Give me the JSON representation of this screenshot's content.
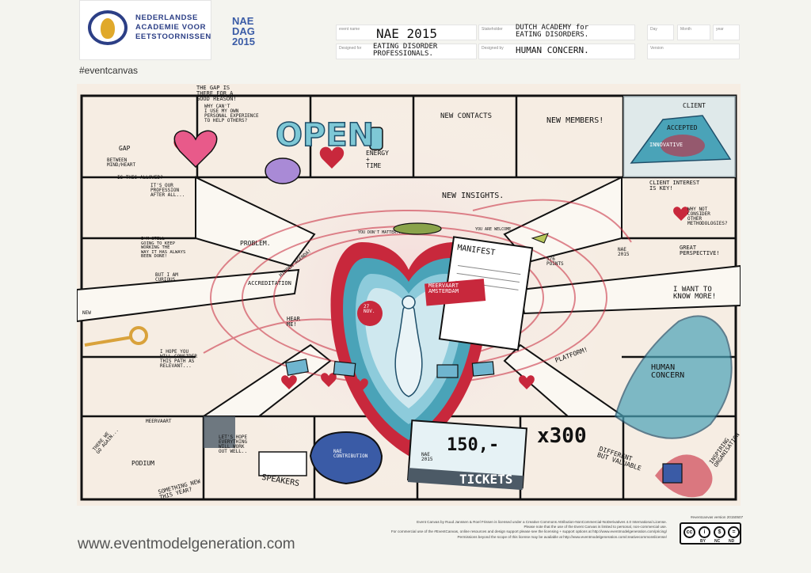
{
  "header": {
    "org_name": "NEDERLANDSE\nACADEMIE VOOR\nEETSTOORNISSEN",
    "event_logo": "NAE\nDAG\n2015",
    "hashtag": "#eventcanvas"
  },
  "fields": [
    {
      "label": "event name",
      "value": "NAE 2015"
    },
    {
      "label": "Stakeholder",
      "value": "DUTCH ACADEMY for\nEATING DISORDERS."
    },
    {
      "label": "Day",
      "value": ""
    },
    {
      "label": "Month",
      "value": ""
    },
    {
      "label": "year",
      "value": ""
    },
    {
      "label": "Designed for",
      "value": "EATING DISORDER\nPROFESSIONALS."
    },
    {
      "label": "Designed by",
      "value": "HUMAN CONCERN."
    },
    {
      "label": "Version",
      "value": ""
    }
  ],
  "canvas": {
    "labels": {
      "gap_good": "THE GAP IS\nTHERE FOR A\nGOOD REASON!",
      "why_cant": "WHY CAN'T\nI USE MY OWN\nPERSONAL EXPERIENCE\nTO HELP OTHERS?",
      "gap": "GAP",
      "between": "BETWEEN\nMIND/HEART",
      "is_allowed": "IS THIS ALLOWED?",
      "its_our": "IT'S OUR\nPROFESSION\nAFTER ALL...",
      "im_still": "I'M STILL\nGOING TO KEEP\nWORKING THE\nWAY IT HAS ALWAYS\nBEEN DONE!",
      "but_curious": "BUT I AM\nCURIOUS...",
      "new": "NEW",
      "open": "OPEN",
      "energy": "ENERGY\n+\nTIME",
      "new_contacts": "NEW CONTACTS",
      "new_members": "NEW MEMBERS!",
      "new_insights": "NEW INSIGHTS.",
      "client": "CLIENT",
      "accepted": "ACCEPTED",
      "innovative": "INNOVATIVE",
      "client_interest": "CLIENT INTEREST\nIS KEY!",
      "why_not": "WHY NOT\nCONSIDER\nOTHER\nMETHODOLOGIES?",
      "great_persp": "GREAT\nPERSPECTIVE!",
      "want_know": "I WANT TO\nKNOW MORE!",
      "problem": "PROBLEM.",
      "accreditation": "ACCREDITATION",
      "hidden": "HIDDEN AGENDA!",
      "hear_me": "HEAR\nME!",
      "you_dont": "YOU DON'T MATTER...",
      "you_are": "YOU ARE WELCOME",
      "manifest": "MANIFEST",
      "meerv": "MEERVAART\nAMSTERDAM",
      "nov": "27\nNOV.",
      "five_six": "5/6\nPOINTS",
      "platform": "PLATFORM!",
      "nae2015": "NAE\n2015",
      "human_concern": "HUMAN\nCONCERN",
      "inspiring": "INSPIRING\nORGANISATION",
      "different": "DIFFERENT\nBUT VALUABLE",
      "hope_consider": "I HOPE YOU\nWILL CONSIDER\nTHIS PATH AS\nRELEVANT...",
      "meervaart": "MEERVAART",
      "podium": "PODIUM",
      "here_we": "THERE WE\nGO AGAIN...",
      "lets_hope": "LET'S HOPE\nEVERYTHING\nWILL WORK\nOUT WELL..",
      "something_new": "SOMETHING NEW\nTHIS YEAR?",
      "nae_contrib": "NAE\nCONTRIBUTION",
      "speakers": "SPEAKERS",
      "price": "150,-",
      "times": "x300",
      "tickets": "TICKETS",
      "ticket_nae": "NAE\n2015"
    }
  },
  "footer": {
    "website": "www.eventmodelgeneration.com",
    "version": "#eventcanvas version 20150507",
    "license": "Event Canvas by Ruud Janssen & Roel Frissen is licensed under a Creative Commons Attribution-NonCommercial-NoDerivatives 4.0 International License.\nPlease note that the use of the Event Canvas is limited to personal, non-commercial use.\nFor commercial use of the #EventCanvas, online resources and design support please see the licensing + support options at http://www.eventmodelgeneration.com/pricing/\nPermissions beyond the scope of this license may be available at http://www.eventmodelgeneration.com/creativecommonslicense/",
    "cc_badges": [
      "BY",
      "NC",
      "ND"
    ]
  },
  "colors": {
    "heart": "#c8283c",
    "teal": "#4aa3b8",
    "blue_frame": "#2c3f86",
    "gold": "#e0a92b"
  }
}
